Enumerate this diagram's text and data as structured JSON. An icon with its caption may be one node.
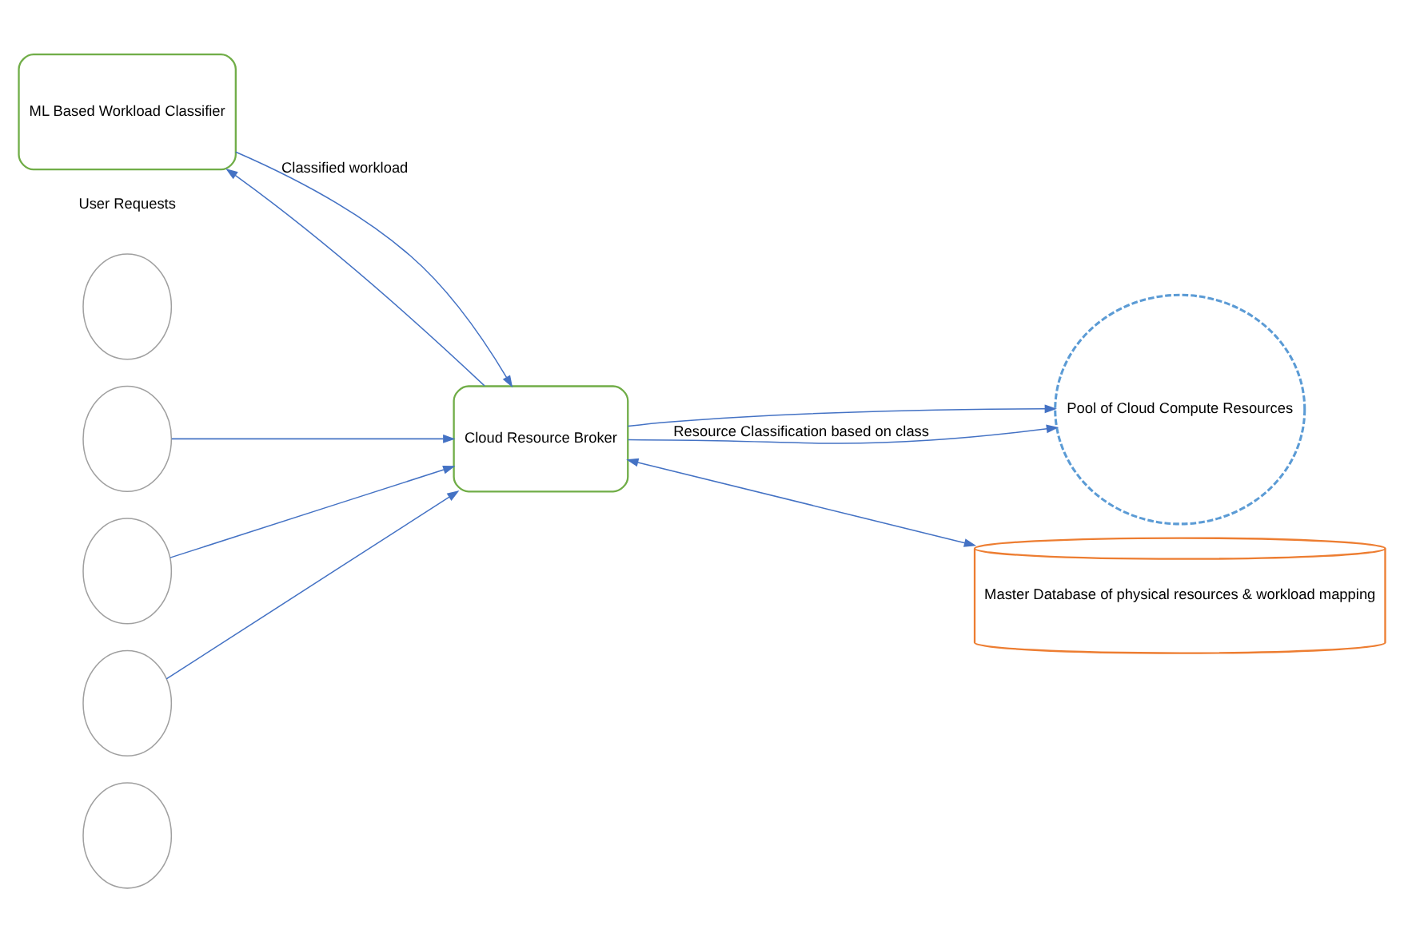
{
  "diagram": {
    "nodes": [
      {
        "text": [
          "ML Based Workload Classifier"
        ]
      },
      {
        "text": [
          "Pool of Cloud Compute Resources"
        ]
      },
      {
        "text": [],
        "shape": "circle"
      },
      {
        "text": [],
        "shape": "circle"
      },
      {
        "text": [],
        "shape": "circle"
      },
      {
        "text": [],
        "shape": "circle"
      },
      {
        "text": [],
        "shape": "circle"
      },
      {
        "text": [
          "Cloud Resource Broker"
        ]
      },
      {
        "text": [
          "Master Database of physical resources & workload mapping"
        ]
      }
    ],
    "edges": [
      {
        "from": 7,
        "to": 0,
        "arrow": "to"
      },
      {
        "from": 0,
        "to": 7,
        "arrow": "to",
        "label": "Classified workload"
      },
      {
        "from": 3,
        "to": 7,
        "arrow": "to"
      },
      {
        "from": 4,
        "to": 7,
        "arrow": "to"
      },
      {
        "from": 5,
        "to": 7,
        "arrow": "to"
      },
      {
        "from": 7,
        "to": 1,
        "arrow": "to"
      },
      {
        "from": 7,
        "to": 1,
        "arrow": "to",
        "label": "Resource Classification based on class"
      },
      {
        "from": 7,
        "to": 8,
        "arrow": "both"
      }
    ],
    "labels": [
      "User Requests"
    ]
  }
}
